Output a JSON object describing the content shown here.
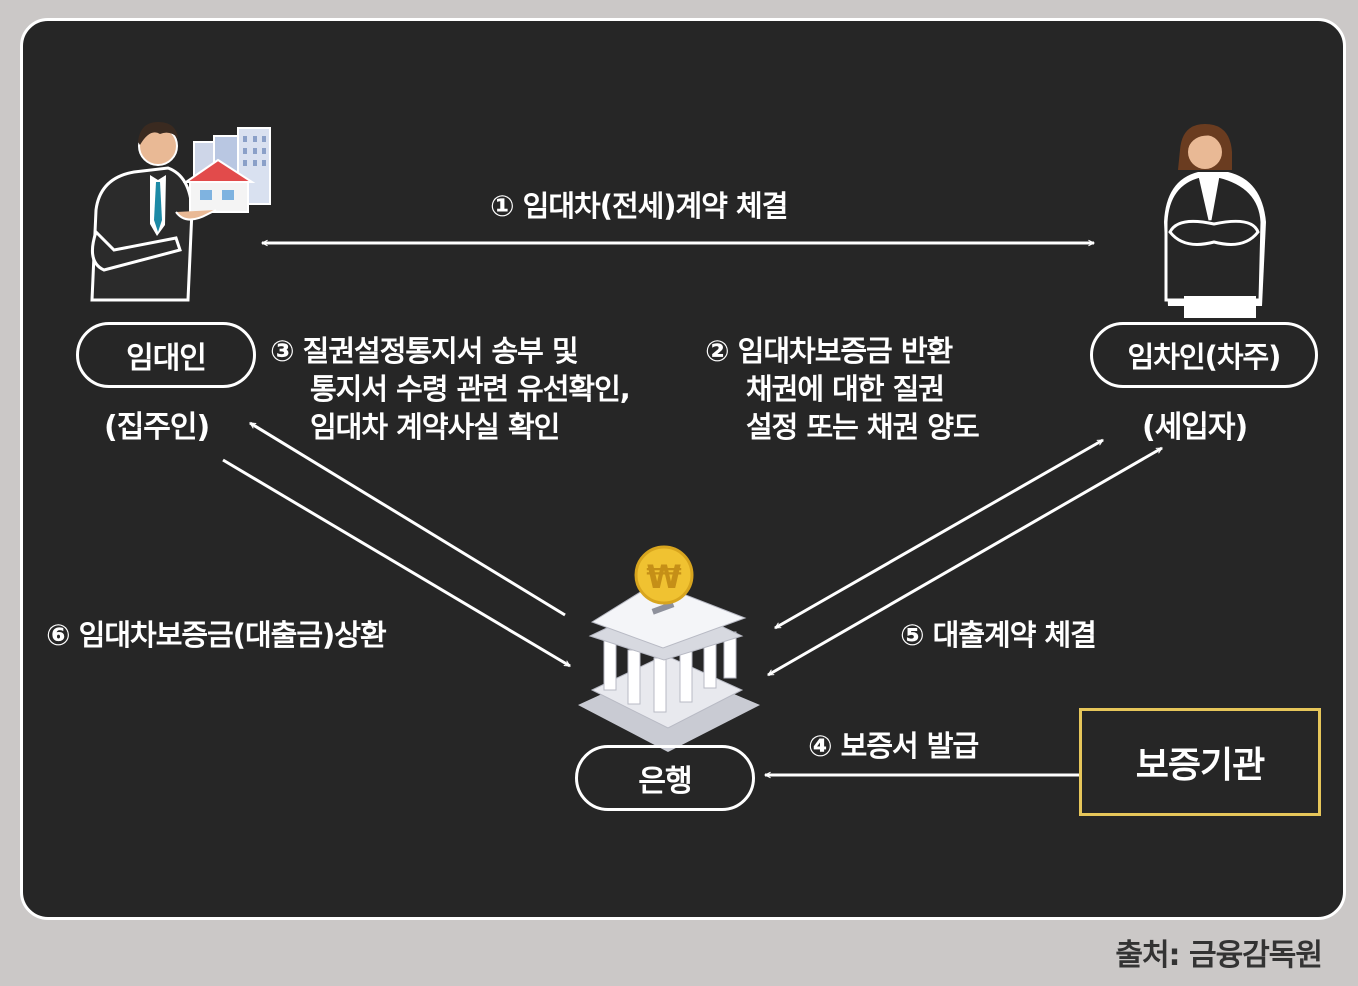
{
  "nodes": {
    "landlord": {
      "label": "임대인",
      "sub": "(집주인)"
    },
    "tenant": {
      "label": "임차인(차주)",
      "sub": "(세입자)"
    },
    "bank": {
      "label": "은행"
    },
    "guarantor": {
      "label": "보증기관"
    }
  },
  "steps": {
    "s1": "① 임대차(전세)계약 체결",
    "s2": [
      "② 임대차보증금 반환",
      "채권에 대한 질권",
      "설정 또는 채권 양도"
    ],
    "s3": [
      "③ 질권설정통지서 송부 및",
      "통지서 수령 관련 유선확인,",
      "임대차 계약사실 확인"
    ],
    "s4": "④ 보증서 발급",
    "s5": "⑤ 대출계약 체결",
    "s6": "⑥ 임대차보증금(대출금)상환"
  },
  "icons": {
    "coin_symbol": "₩"
  },
  "colors": {
    "background": "#262626",
    "line": "#ffffff",
    "guarantor_border": "#e6c65a"
  },
  "source": "출처: 금융감독원"
}
